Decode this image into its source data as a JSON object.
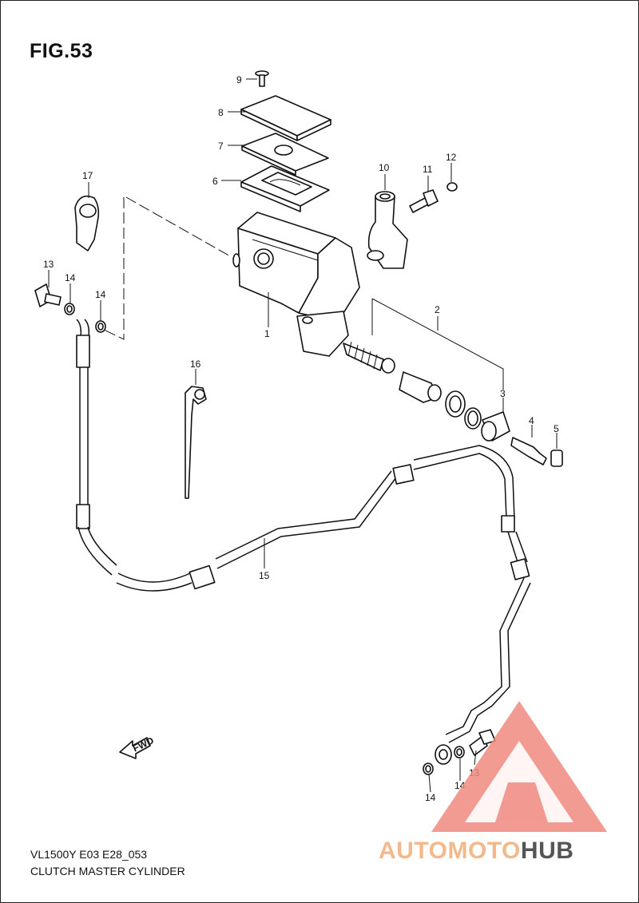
{
  "figure": {
    "title": "FIG.53",
    "model_code": "VL1500Y E03 E28_053",
    "caption": "CLUTCH MASTER CYLINDER"
  },
  "callouts": [
    {
      "id": "c1",
      "label": "1"
    },
    {
      "id": "c2",
      "label": "2"
    },
    {
      "id": "c3",
      "label": "3"
    },
    {
      "id": "c4",
      "label": "4"
    },
    {
      "id": "c5",
      "label": "5"
    },
    {
      "id": "c6",
      "label": "6"
    },
    {
      "id": "c7",
      "label": "7"
    },
    {
      "id": "c8",
      "label": "8"
    },
    {
      "id": "c9",
      "label": "9"
    },
    {
      "id": "c10",
      "label": "10"
    },
    {
      "id": "c11",
      "label": "11"
    },
    {
      "id": "c12",
      "label": "12"
    },
    {
      "id": "c13a",
      "label": "13"
    },
    {
      "id": "c14a",
      "label": "14"
    },
    {
      "id": "c14b",
      "label": "14"
    },
    {
      "id": "c15",
      "label": "15"
    },
    {
      "id": "c16",
      "label": "16"
    },
    {
      "id": "c17",
      "label": "17"
    },
    {
      "id": "c13b",
      "label": "13"
    },
    {
      "id": "c14c",
      "label": "14"
    },
    {
      "id": "c14d",
      "label": "14"
    }
  ],
  "fwd_arrow_label": "FWD",
  "watermark": {
    "part1": "AUTOMOTO",
    "part2": "HUB",
    "colors": {
      "triangle": "#f08a80",
      "text_light": "#f4b98b",
      "text_dark": "#555555"
    }
  }
}
